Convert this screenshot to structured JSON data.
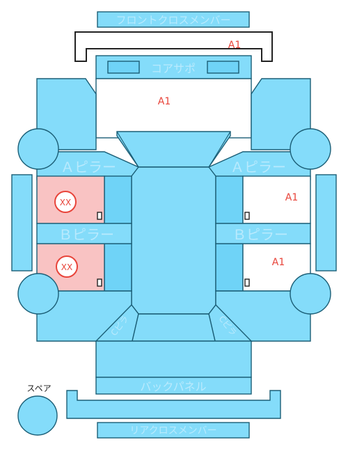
{
  "labels": {
    "front_cross_member": "フロントクロスメンバー",
    "core_support": "コアサポ",
    "a_pillar": "Ａピラー",
    "b_pillar": "Ｂピラー",
    "back_panel": "バックパネル",
    "rear_cross_member": "リアクロスメンバー",
    "spare": "スペア",
    "c_pillar_left": "Cピラ",
    "c_pillar_right": "Cピラ"
  },
  "damage_marks": {
    "front_cross_member": "A1",
    "core_support": "A1",
    "right_front_door": "A1",
    "right_rear_door": "A1",
    "left_front_door": "XX",
    "left_rear_door": "XX"
  },
  "colors": {
    "panel": "#84dcfa",
    "damaged_panel": "#f9c3c3",
    "mark": "#e8443a"
  }
}
